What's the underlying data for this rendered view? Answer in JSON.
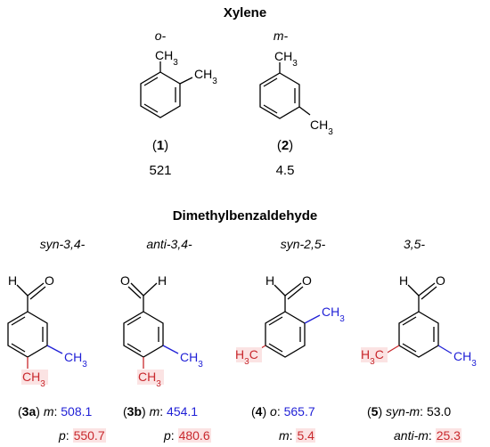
{
  "xylene": {
    "title": "Xylene",
    "ortho": {
      "prefix": "o-",
      "ch3_a": "CH3",
      "ch3_b": "CH3",
      "label_open": "(",
      "label_num": "1",
      "label_close": ")",
      "value": "521"
    },
    "meta": {
      "prefix": "m-",
      "ch3_a": "CH3",
      "ch3_b": "CH3",
      "label_open": "(",
      "label_num": "2",
      "label_close": ")",
      "value": "4.5"
    }
  },
  "dmba": {
    "title": "Dimethylbenzaldehyde",
    "compounds": [
      {
        "prefix_italic": "syn",
        "prefix_rest": "-3,4-",
        "h": "H",
        "o": "O",
        "ch3_blue": "CH3",
        "ch3_red": "CH3",
        "id": "3a",
        "line1_key": "m",
        "line1_val": "508.1",
        "line2_key": "p",
        "line2_val": "550.7"
      },
      {
        "prefix_italic": "anti",
        "prefix_rest": "-3,4-",
        "h": "H",
        "o": "O",
        "ch3_blue": "CH3",
        "ch3_red": "CH3",
        "id": "3b",
        "line1_key": "m",
        "line1_val": "454.1",
        "line2_key": "p",
        "line2_val": "480.6"
      },
      {
        "prefix_italic": "syn",
        "prefix_rest": "-2,5-",
        "h": "H",
        "o": "O",
        "ch3_blue": "CH3",
        "ch3_red": "H3C",
        "id": "4",
        "line1_key": "o",
        "line1_val": "565.7",
        "line2_key": "m",
        "line2_val": "5.4"
      },
      {
        "prefix_italic": "",
        "prefix_rest": "3,5-",
        "h": "H",
        "o": "O",
        "ch3_blue": "CH3",
        "ch3_red": "H3C",
        "id": "5",
        "line1_key": "syn-m",
        "line1_val": "53.0",
        "line2_key": "anti-m",
        "line2_val": "25.3"
      }
    ]
  },
  "colors": {
    "blue": "#1f1fd6",
    "red": "#c8282d",
    "red_highlight": "#fbe3e3"
  }
}
